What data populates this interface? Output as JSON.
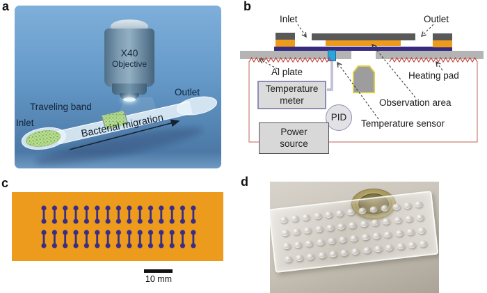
{
  "figure": {
    "panel_labels": {
      "a": "a",
      "b": "b",
      "c": "c",
      "d": "d"
    }
  },
  "panel_a": {
    "objective": {
      "line1": "X40",
      "line2": "Objective"
    },
    "labels": {
      "traveling_band": "Traveling band",
      "inlet": "Inlet",
      "outlet": "Outlet",
      "bacterial_migration": "Bacterial migration"
    }
  },
  "panel_b": {
    "labels": {
      "inlet": "Inlet",
      "outlet": "Outlet",
      "al_plate": "Al plate",
      "heating_pad": "Heating pad",
      "observation_area": "Observation area",
      "temperature_sensor": "Temperature sensor"
    },
    "components": {
      "temperature_meter": "Temperature\nmeter",
      "pid": "PID",
      "power_source": "Power\nsource"
    }
  },
  "panel_c": {
    "array": {
      "rows": 2,
      "columns": 15
    },
    "scale_bar_label": "10 mm"
  },
  "panel_d": {
    "wells": {
      "rows": 4,
      "columns": 13
    }
  },
  "colors": {
    "panel_a_bg_top": "#7FAFDA",
    "panel_a_bg_mid": "#6499C8",
    "panel_a_bg_bottom": "#4C79A6",
    "orange": "#EC9B1D",
    "dark_gray": "#595959",
    "chip_purple": "#372B81",
    "al_plate_gray": "#B4B4B4",
    "heater_red": "#C23B34",
    "wire_red": "#C97F78",
    "sensor_blue": "#2EA4DC",
    "box_border_purple": "#8D8DB8",
    "box_fill_gray": "#DBDBDB",
    "objective_icon_gray": "#9D9D9D",
    "objective_icon_outline": "#D9CE45",
    "dumbbell_purple": "#3A2D85"
  }
}
